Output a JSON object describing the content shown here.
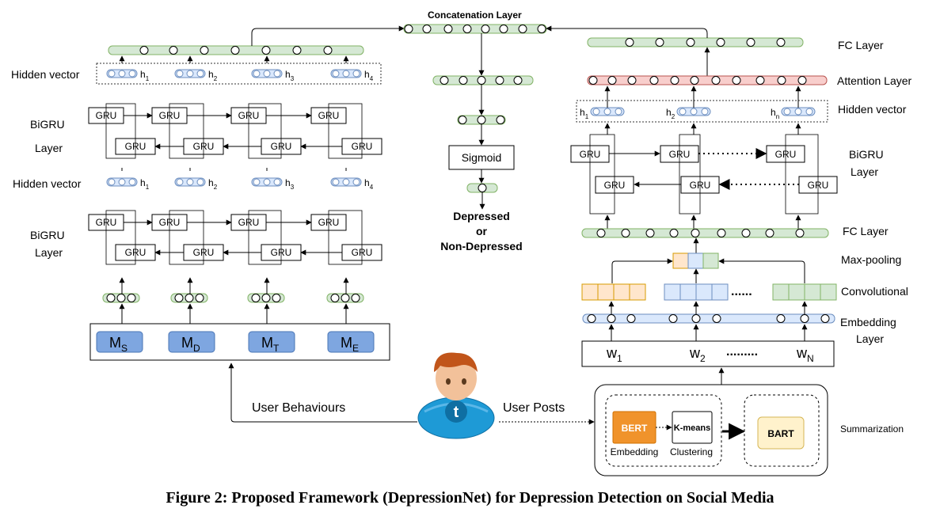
{
  "caption": "Figure 2: Proposed Framework (DepressionNet) for Depression Detection on Social Media",
  "left": {
    "hidden_vector_label": "Hidden vector",
    "bigru_label": [
      "BiGRU",
      "Layer"
    ],
    "gru": "GRU",
    "h_labels": [
      "h1",
      "h2",
      "h3",
      "h4"
    ],
    "modalities": [
      {
        "main": "M",
        "sub": "S"
      },
      {
        "main": "M",
        "sub": "D"
      },
      {
        "main": "M",
        "sub": "T"
      },
      {
        "main": "M",
        "sub": "E"
      }
    ]
  },
  "middle": {
    "concat_label": "Concatenation Layer",
    "sigmoid": "Sigmoid",
    "output_lines": [
      "Depressed",
      "or",
      "Non-Depressed"
    ]
  },
  "right": {
    "fc_top": "FC Layer",
    "attention": "Attention Layer",
    "hidden_vector": "Hidden vector",
    "bigru": [
      "BiGRU",
      "Layer"
    ],
    "gru": "GRU",
    "h_labels": [
      "h1",
      "h2",
      "hn"
    ],
    "fc_mid": "FC Layer",
    "maxpool": "Max-pooling",
    "conv": "Convolutional",
    "embedding": [
      "Embedding",
      "Layer"
    ],
    "dots": "......",
    "words": [
      {
        "main": "w",
        "sub": "1"
      },
      {
        "main": "w",
        "sub": "2"
      },
      {
        "main": "w",
        "sub": "N"
      }
    ],
    "word_dots": ".........",
    "summarization": "Summarization",
    "bert": "BERT",
    "bert_caption": "Embedding",
    "kmeans": "K-means",
    "kmeans_caption": "Clustering",
    "bart": "BART"
  },
  "bottom": {
    "user_behaviours": "User Behaviours",
    "user_posts": "User Posts"
  },
  "colors": {
    "green_fill": "#d5e8d4",
    "green_stroke": "#82b366",
    "blue_fill": "#dae8fc",
    "blue_stroke": "#6c8ebf",
    "red_fill": "#f8cecc",
    "red_stroke": "#b85450",
    "orange_fill": "#ffe6cc",
    "orange_stroke": "#d79b00",
    "modality_fill": "#7ea6e0",
    "bert_fill": "#f0932b",
    "bart_fill": "#fff2cc"
  }
}
